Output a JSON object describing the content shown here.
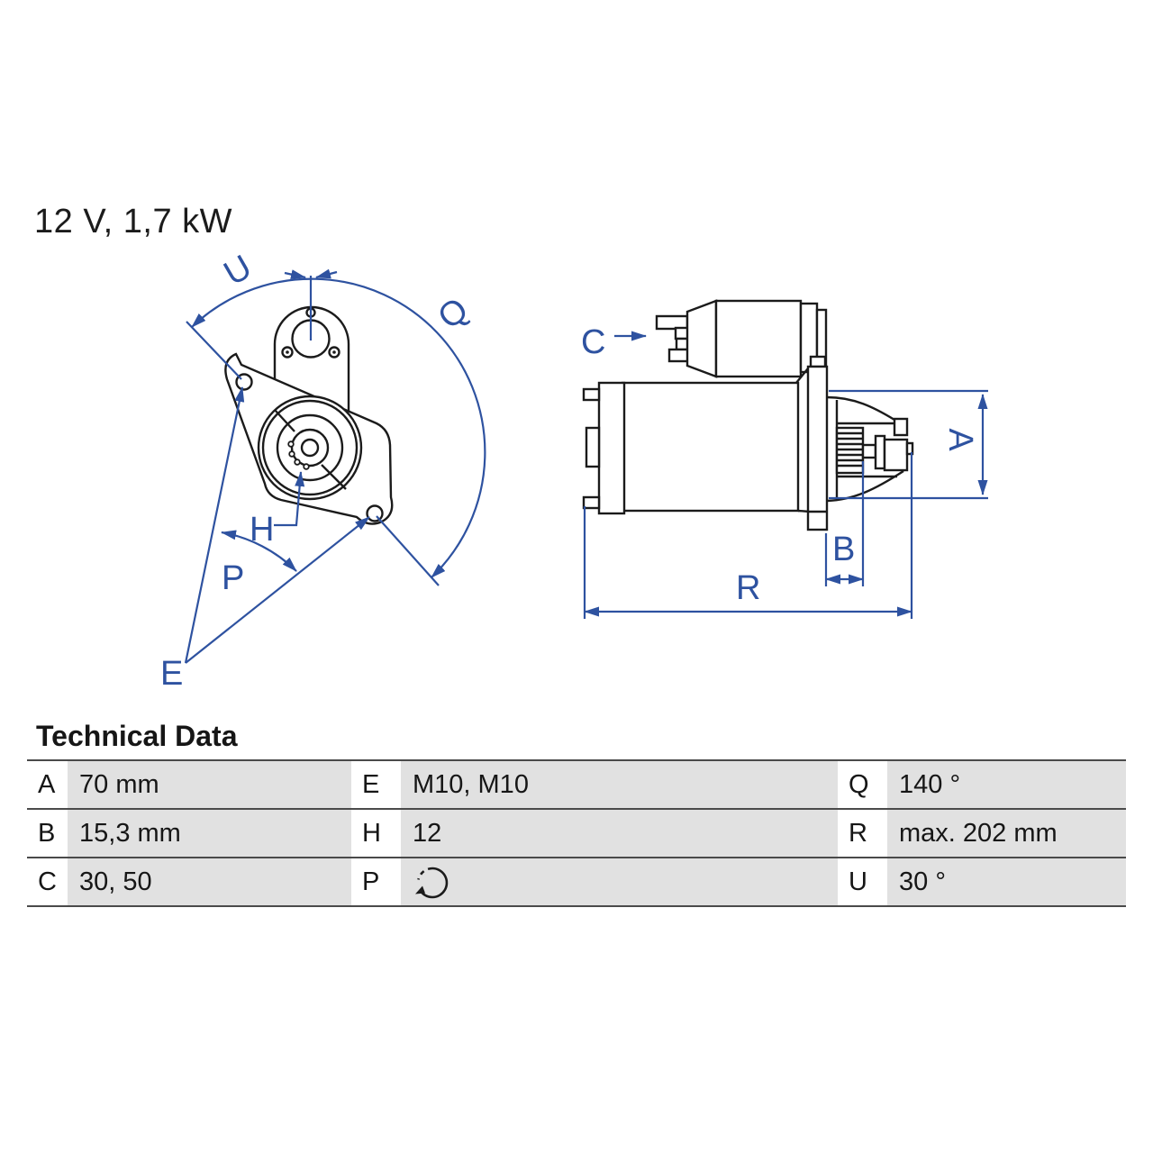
{
  "title": "12 V, 1,7 kW",
  "colors": {
    "line_blue": "#2e52a0",
    "outline_black": "#1b1b1b",
    "cell_grey": "#e1e1e1"
  },
  "drawing": {
    "description": "starter-motor front and side technical views",
    "labels": {
      "u": "U",
      "q": "Q",
      "h": "H",
      "p": "P",
      "e": "E",
      "c": "C",
      "a": "A",
      "b": "B",
      "r": "R"
    }
  },
  "table": {
    "heading": "Technical Data",
    "rows": [
      {
        "c1": {
          "label": "A",
          "value": "70 mm"
        },
        "c2": {
          "label": "E",
          "value": "M10, M10"
        },
        "c3": {
          "label": "Q",
          "value": "140 °"
        }
      },
      {
        "c1": {
          "label": "B",
          "value": "15,3 mm"
        },
        "c2": {
          "label": "H",
          "value": "12"
        },
        "c3": {
          "label": "R",
          "value": "max. 202 mm"
        }
      },
      {
        "c1": {
          "label": "C",
          "value": "30, 50"
        },
        "c2": {
          "label": "P",
          "value": "",
          "icon": "rotation-direction"
        },
        "c3": {
          "label": "U",
          "value": "30 °"
        }
      }
    ]
  }
}
